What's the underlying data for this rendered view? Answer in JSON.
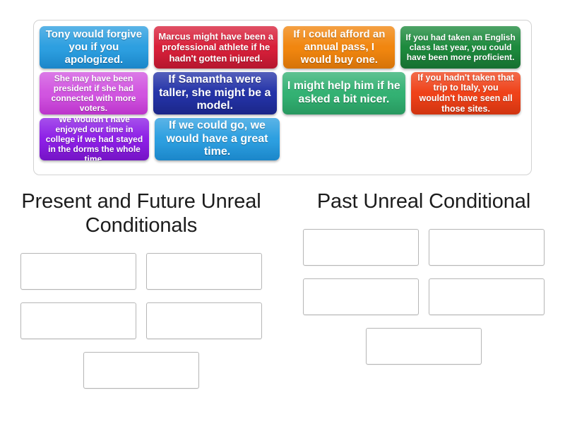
{
  "activity": {
    "type": "group-sort",
    "tray_label": "draggable-tiles-tray"
  },
  "tiles": [
    [
      {
        "text": "Tony would forgive you if you apologized.",
        "color": "#2d9fe0",
        "color_dark": "#1b86c9",
        "name": "tile-tony-would-forgive",
        "width": 155,
        "height": 60,
        "font_size": 15
      },
      {
        "text": "Marcus might have been a professional athlete if he hadn't gotten injured.",
        "color": "#d8203a",
        "color_dark": "#b5162e",
        "name": "tile-marcus-might-have-been",
        "width": 177,
        "height": 60,
        "font_size": 13
      },
      {
        "text": "If I could afford an annual pass, I would buy one.",
        "color": "#f1860f",
        "color_dark": "#d67309",
        "name": "tile-if-i-could-afford",
        "width": 159,
        "height": 60,
        "font_size": 15
      },
      {
        "text": "If you had taken an English class last year, you could have been more proficient.",
        "color": "#1d8a3d",
        "color_dark": "#166f31",
        "name": "tile-if-you-had-taken-english",
        "width": 171,
        "height": 60,
        "font_size": 12
      }
    ],
    [
      {
        "text": "She may have been president if she had connected with more voters.",
        "color": "#d155e0",
        "color_dark": "#bb34cb",
        "name": "tile-she-may-have-been-president",
        "width": 155,
        "height": 60,
        "font_size": 12
      },
      {
        "text": "If Samantha were taller, she might be a model.",
        "color": "#2433a8",
        "color_dark": "#1b2688",
        "name": "tile-if-samantha-were-taller",
        "width": 177,
        "height": 60,
        "font_size": 16
      },
      {
        "text": "I might help him if he asked a bit nicer.",
        "color": "#33b173",
        "color_dark": "#28985f",
        "name": "tile-i-might-help-him",
        "width": 177,
        "height": 60,
        "font_size": 16
      },
      {
        "text": "If you hadn't taken that trip to Italy, you wouldn't have seen all those sites.",
        "color": "#ef4219",
        "color_dark": "#d03410",
        "name": "tile-if-you-hadnt-taken-italy",
        "width": 157,
        "height": 60,
        "font_size": 12.5
      }
    ],
    [
      {
        "text": "We wouldn't have enjoyed our time in college if we had stayed in the dorms the whole time.",
        "color": "#8d1fe6",
        "color_dark": "#7414c4",
        "name": "tile-we-wouldnt-have-enjoyed",
        "width": 155,
        "height": 60,
        "font_size": 12
      },
      {
        "text": "If we could go, we would have a great time.",
        "color": "#2d9fe0",
        "color_dark": "#1b86c9",
        "name": "tile-if-we-could-go",
        "width": 177,
        "height": 60,
        "font_size": 16
      }
    ]
  ],
  "categories": [
    {
      "title": "Present and Future Unreal Conditionals",
      "name": "category-present-future-unreal",
      "slots": 5
    },
    {
      "title": "Past Unreal Conditional",
      "name": "category-past-unreal",
      "slots": 5
    }
  ],
  "colors": {
    "tray_border": "#d2d2d2",
    "slot_border": "#b6b6b6",
    "background": "#ffffff",
    "title_text": "#1c1c1c",
    "tile_text": "#ffffff"
  }
}
